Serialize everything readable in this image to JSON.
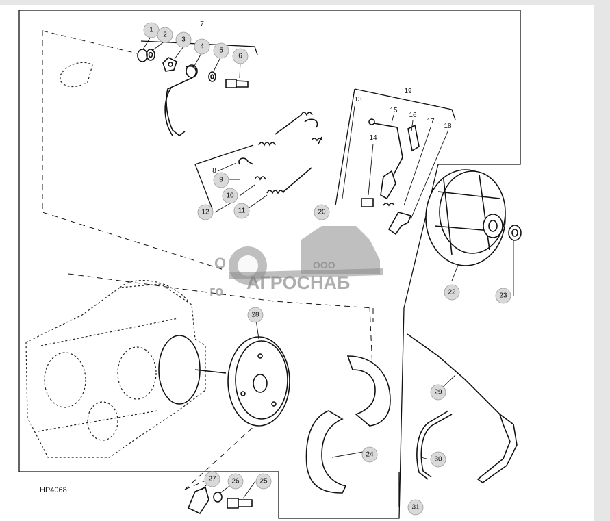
{
  "figure_code": "HP4068",
  "callouts": [
    "1",
    "2",
    "3",
    "4",
    "5",
    "6",
    "7",
    "8",
    "9",
    "10",
    "11",
    "12",
    "13",
    "14",
    "15",
    "16",
    "17",
    "18",
    "19",
    "20",
    "22",
    "23",
    "24",
    "25",
    "26",
    "27",
    "28",
    "29",
    "30",
    "31"
  ],
  "watermark": {
    "brand": "АГРОСНАБ",
    "prefix": "ООО",
    "fragment_1": "О",
    "fragment_2": "го"
  }
}
